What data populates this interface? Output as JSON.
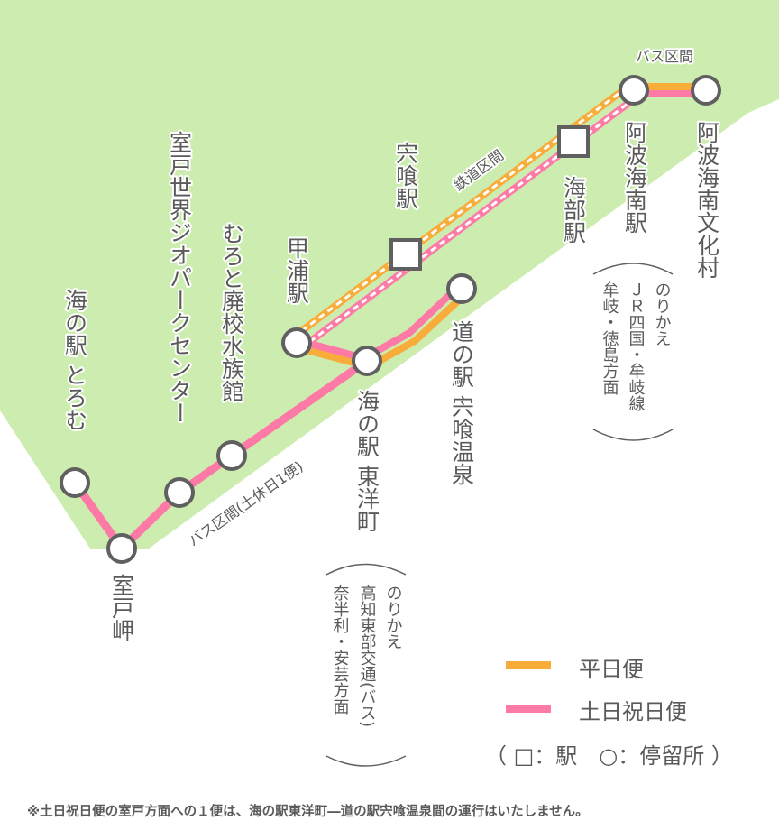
{
  "colors": {
    "land": "#cdedb0",
    "weekday": "#f8ac3a",
    "holiday": "#fe7aa6",
    "node": "#606060",
    "text": "#5a5a5a"
  },
  "stops": {
    "muroto_misaki": "室戸岬",
    "umi_toromu": "海の駅 とろむ",
    "geopark": "室戸世界ジオパークセンター",
    "haikou": "むろと廃校水族館",
    "kannoura": "甲浦駅",
    "shishikui_st": "宍喰駅",
    "kaifu": "海部駅",
    "awa_kainan": "阿波海南駅",
    "bunkamura": "阿波海南文化村",
    "toyo": "海の駅 東洋町",
    "michi_shishikui": "道の駅 宍喰温泉"
  },
  "sections": {
    "rail": "鉄道区間",
    "bus_top": "バス区間",
    "bus_weekend": "バス区間(土休日1便)"
  },
  "transfers": {
    "kainan": [
      "のりかえ",
      "ＪＲ四国・牟岐線",
      "牟岐・徳島方面"
    ],
    "toyo": [
      "のりかえ",
      "高知東部交通(バス)",
      "奈半利・安芸方面"
    ]
  },
  "legend": {
    "weekday": "平日便",
    "holiday": "土日祝日便",
    "symbols": "（ □：駅　○：停留所 ）"
  },
  "footnote": "※土日祝日便の室戸方面への１便は、海の駅東洋町―道の駅宍喰温泉間の運行はいたしません。"
}
